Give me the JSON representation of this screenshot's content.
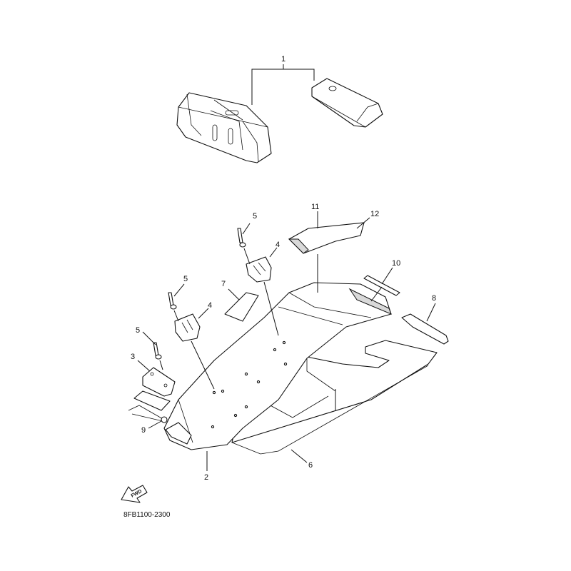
{
  "diagram": {
    "catalog_code": "8FB1100-2300",
    "fwd_label": "FWD",
    "callouts": {
      "c1": "1",
      "c2": "2",
      "c3": "3",
      "c4a": "4",
      "c4b": "4",
      "c5a": "5",
      "c5b": "5",
      "c5c": "5",
      "c6": "6",
      "c7": "7",
      "c8": "8",
      "c9": "9",
      "c10": "10",
      "c11": "11",
      "c12": "12"
    }
  }
}
